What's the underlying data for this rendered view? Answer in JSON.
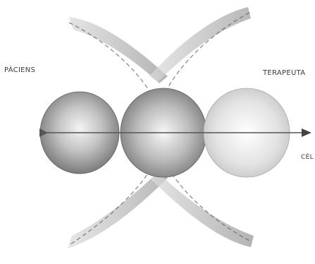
{
  "labels": {
    "patient": "PÁCIENS",
    "therapist": "TERAPEUTA",
    "goal": "CÉL"
  },
  "colors": {
    "pencil": "#4a4a4a",
    "arrow": "#555555",
    "sphere_dark": "#7d7d7d",
    "sphere_light": "#c9c9c9"
  }
}
